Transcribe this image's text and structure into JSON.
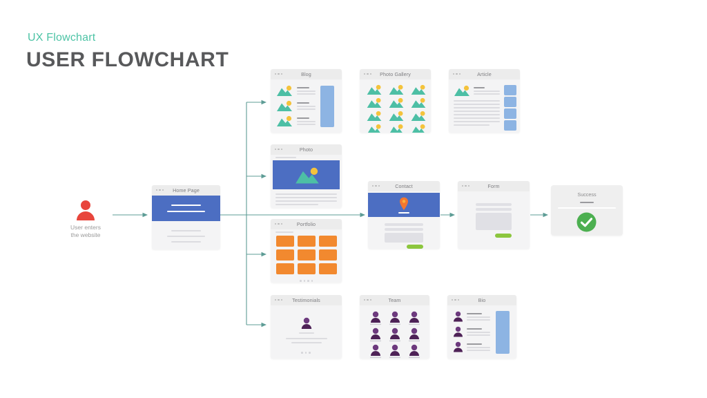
{
  "header": {
    "kicker": "UX Flowchart",
    "title": "USER FLOWCHART",
    "kicker_color": "#4cc3a5",
    "title_color": "#58595b"
  },
  "entry": {
    "icon": "user-icon",
    "icon_color": "#e8453c",
    "caption": "User enters\nthe website"
  },
  "palette": {
    "connector": "#5d9c95",
    "card_body": "#f4f4f5",
    "card_bar": "#ececec",
    "hero_blue": "#4c6ec2",
    "sidebar_blue": "#8db4e3",
    "thumb_teal": "#4dbfa5",
    "thumb_sun": "#f4c33c",
    "tile_orange": "#f2892f",
    "avatar_purple": "#6d3a7e",
    "button_green": "#8cc63e",
    "check_green": "#4caf50",
    "pin_orange": "#f2772f"
  },
  "cards": [
    {
      "id": "home-page",
      "title": "Home Page"
    },
    {
      "id": "blog",
      "title": "Blog"
    },
    {
      "id": "photo-gallery",
      "title": "Photo Gallery"
    },
    {
      "id": "article",
      "title": "Article"
    },
    {
      "id": "photo",
      "title": "Photo"
    },
    {
      "id": "portfolio",
      "title": "Portfolio"
    },
    {
      "id": "testimonials",
      "title": "Testimonials"
    },
    {
      "id": "team",
      "title": "Team"
    },
    {
      "id": "bio",
      "title": "Bio"
    },
    {
      "id": "contact",
      "title": "Contact"
    },
    {
      "id": "form",
      "title": "Form"
    },
    {
      "id": "success",
      "title": "Success"
    }
  ],
  "flow": {
    "entry_to_home": "User enters the website to Home Page",
    "branches": [
      "Blog",
      "Photo",
      "Portfolio",
      "Testimonials"
    ],
    "main_path": [
      "Home Page",
      "Contact",
      "Form",
      "Success"
    ]
  },
  "counts": {
    "blog_items": 3,
    "gallery_columns": 3,
    "gallery_rows": 4,
    "article_sidebar_blocks": 4,
    "portfolio_tiles": 9,
    "team_members": 9,
    "bio_items": 3
  }
}
